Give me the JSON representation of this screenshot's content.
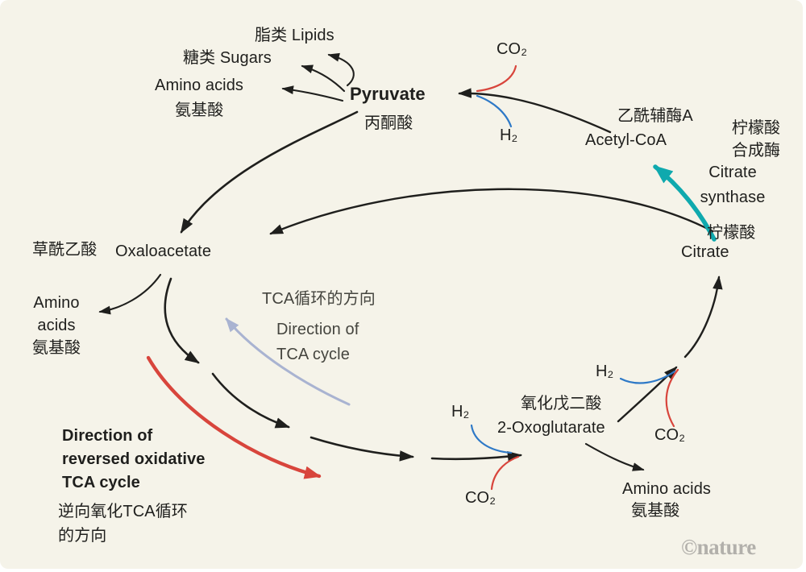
{
  "palette": {
    "background": "#f5f3e9",
    "ink": "#1f1f1d",
    "red": "#d8453c",
    "blue": "#2e79c7",
    "teal": "#0fa9ae",
    "periwinkle": "#a9b3d1",
    "muted_text": "#45453f",
    "watermark": "#b2b0ab"
  },
  "nodes": {
    "lipids": {
      "label": "脂类 Lipids"
    },
    "sugars": {
      "label": "糖类 Sugars"
    },
    "amino_top": {
      "en": "Amino acids",
      "zh": "氨基酸"
    },
    "pyruvate": {
      "en": "Pyruvate",
      "zh": "丙酮酸"
    },
    "co2_top": {
      "label": "CO₂"
    },
    "h2_top": {
      "label": "H₂"
    },
    "acetyl_coa": {
      "zh": "乙酰辅酶A",
      "en": "Acetyl-CoA"
    },
    "citrate_synthase": {
      "zh": "柠檬酸\n合成酶",
      "en": "Citrate\nsynthase"
    },
    "citrate": {
      "zh": "柠檬酸",
      "en": "Citrate"
    },
    "oxaloacetate": {
      "zh": "草酰乙酸",
      "en": "Oxaloacetate"
    },
    "amino_left": {
      "label": "Amino\nacids\n氨基酸"
    },
    "tca_direction": {
      "zh": "TCA循环的方向",
      "en": "Direction of\nTCA cycle"
    },
    "reversed_direction": {
      "en": "Direction of\nreversed oxidative\nTCA cycle",
      "zh": "逆向氧化TCA循环\n的方向"
    },
    "h2_mid": {
      "label": "H₂"
    },
    "oxoglutarate": {
      "zh": "氧化戊二酸",
      "en": "2-Oxoglutarate"
    },
    "co2_mid": {
      "label": "CO₂"
    },
    "h2_right": {
      "label": "H₂"
    },
    "co2_right": {
      "label": "CO₂"
    },
    "amino_right": {
      "en": "Amino acids",
      "zh": "氨基酸"
    },
    "watermark": {
      "label": "©nature"
    }
  }
}
